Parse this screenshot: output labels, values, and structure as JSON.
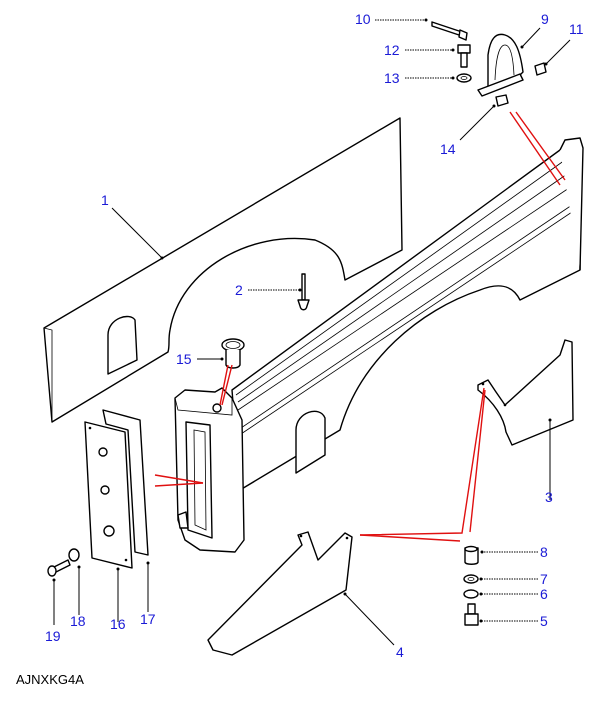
{
  "diagram": {
    "reference_code": "AJNXKG4A",
    "callouts": [
      {
        "id": "1",
        "label": "1"
      },
      {
        "id": "2",
        "label": "2"
      },
      {
        "id": "3",
        "label": "3"
      },
      {
        "id": "4",
        "label": "4"
      },
      {
        "id": "5",
        "label": "5"
      },
      {
        "id": "6",
        "label": "6"
      },
      {
        "id": "7",
        "label": "7"
      },
      {
        "id": "8",
        "label": "8"
      },
      {
        "id": "9",
        "label": "9"
      },
      {
        "id": "10",
        "label": "10"
      },
      {
        "id": "11",
        "label": "11"
      },
      {
        "id": "12",
        "label": "12"
      },
      {
        "id": "13",
        "label": "13"
      },
      {
        "id": "14",
        "label": "14"
      },
      {
        "id": "15",
        "label": "15"
      },
      {
        "id": "16",
        "label": "16"
      },
      {
        "id": "17",
        "label": "17"
      },
      {
        "id": "18",
        "label": "18"
      },
      {
        "id": "19",
        "label": "19"
      }
    ],
    "colors": {
      "callout": "#1a1ad6",
      "assembly_line": "#e01010",
      "outline": "#000000"
    }
  }
}
